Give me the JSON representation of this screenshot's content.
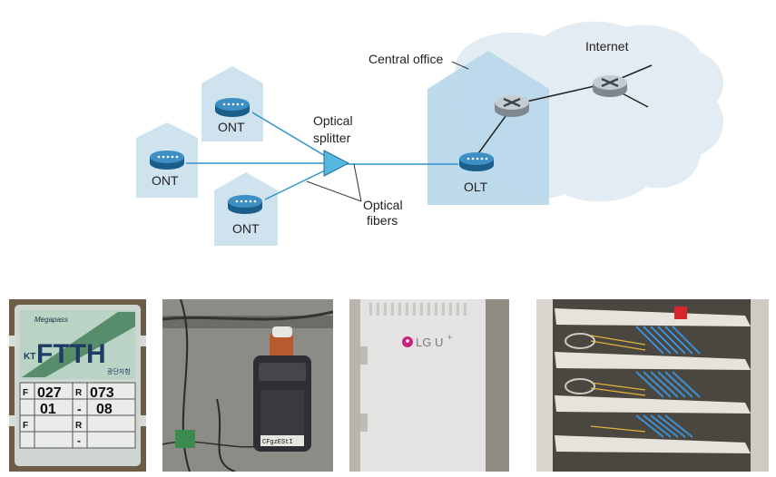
{
  "diagram": {
    "ont_left": "ONT",
    "ont_top": "ONT",
    "ont_bottom": "ONT",
    "splitter_line1": "Optical",
    "splitter_line2": "splitter",
    "fibers_line1": "Optical",
    "fibers_line2": "fibers",
    "central_office": "Central office",
    "olt": "OLT",
    "internet": "Internet"
  },
  "colors": {
    "house": "#cfe3ef",
    "building": "#b9d8ea",
    "cloud": "#e3ecf2",
    "fiber": "#2f93c9",
    "splitter": "#55b7df"
  },
  "photos": {
    "ftth_box": {
      "brand": "Megapass",
      "title_prefix": "KT",
      "title": "FTTH",
      "subtitle": "광단자함",
      "row1_f": "F",
      "row1_num1": "027",
      "row1_r": "R",
      "row1_num2": "073",
      "row2_a": "01",
      "row2_dash": "-",
      "row2_b": "08",
      "row3_f": "F",
      "row3_r": "R",
      "row4_dash": "-"
    },
    "pole_box": {
      "label": "CFgzEStI"
    },
    "lg_cabinet": {
      "brand": "LG U",
      "brand_sup": "+"
    },
    "fiber_rack": {}
  }
}
